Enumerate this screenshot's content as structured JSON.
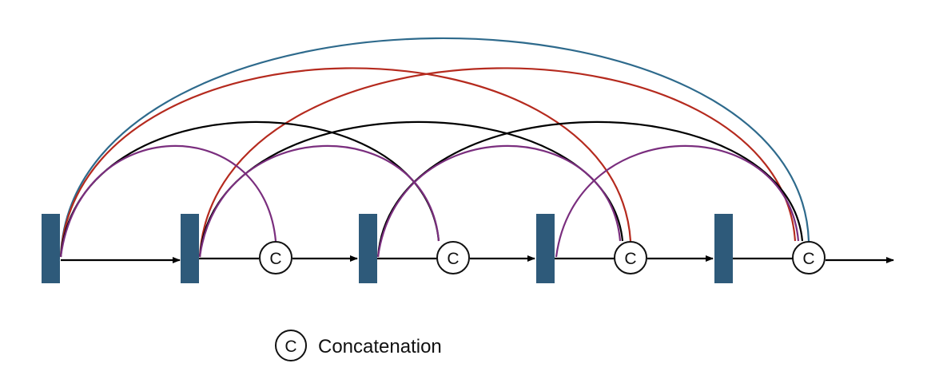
{
  "diagram": {
    "blocks": [
      {
        "id": "block-1"
      },
      {
        "id": "block-2"
      },
      {
        "id": "block-3"
      },
      {
        "id": "block-4"
      },
      {
        "id": "block-5"
      }
    ],
    "concat_nodes": [
      {
        "symbol": "C"
      },
      {
        "symbol": "C"
      },
      {
        "symbol": "C"
      },
      {
        "symbol": "C"
      }
    ],
    "legend": {
      "symbol": "C",
      "label": "Concatenation"
    },
    "colors": {
      "block": "#2e5a7a",
      "main_flow": "#000000",
      "skip_purple": "#7a2e7e",
      "skip_black": "#000000",
      "skip_red": "#b52a1e",
      "skip_blue": "#2e6a8c"
    }
  }
}
